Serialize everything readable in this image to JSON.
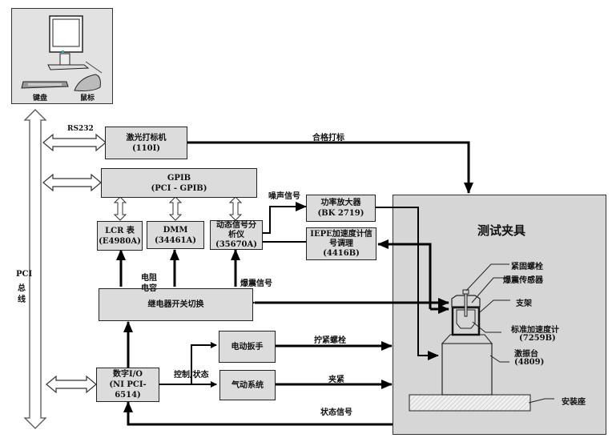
{
  "computer": {
    "keyboard_label": "键盘",
    "mouse_label": "鼠标"
  },
  "bus": {
    "label_line1": "PCI",
    "label_line2": "总",
    "label_line3": "线",
    "rs232_label": "RS232"
  },
  "blocks": {
    "laser_marker": {
      "line1": "激光打标机",
      "line2": "(110I)"
    },
    "gpib": {
      "line1": "GPIB",
      "line2": "(PCI - GPIB)"
    },
    "lcr": {
      "line1": "LCR 表",
      "line2": "(E4980A)"
    },
    "dmm": {
      "line1": "DMM",
      "line2": "(34461A)"
    },
    "dsa": {
      "line1": "动态信号分",
      "line2": "析仪",
      "line3": "(35670A)"
    },
    "amplifier": {
      "line1": "功率放大器",
      "line2": "(BK 2719)"
    },
    "iepe": {
      "line1": "IEPE加速度计信",
      "line2": "号调理",
      "line3": "(4416B)"
    },
    "relay": {
      "line1": "继电器开关切换"
    },
    "dio": {
      "line1": "数字I/O",
      "line2": "(NI PCI-6514)"
    },
    "wrench": {
      "line1": "电动扳手"
    },
    "pneumatic": {
      "line1": "气动系统"
    }
  },
  "signals": {
    "pass_mark": "合格打标",
    "noise": "噪声信号",
    "resistance": "电阻",
    "capacitance": "电容",
    "knock": "爆震信号",
    "control_status": "控制/状态",
    "tighten_bolt": "拧紧螺栓",
    "clamp": "夹紧",
    "status_signal": "状态信号"
  },
  "fixture": {
    "title": "测试夹具",
    "bolt": "紧固螺栓",
    "knock_sensor": "爆震传感器",
    "bracket": "支架",
    "ref_accel_line1": "标准加速度计",
    "ref_accel_line2": "(7259B)",
    "shaker_line1": "激振台",
    "shaker_line2": "(4809)",
    "base": "安装座"
  }
}
